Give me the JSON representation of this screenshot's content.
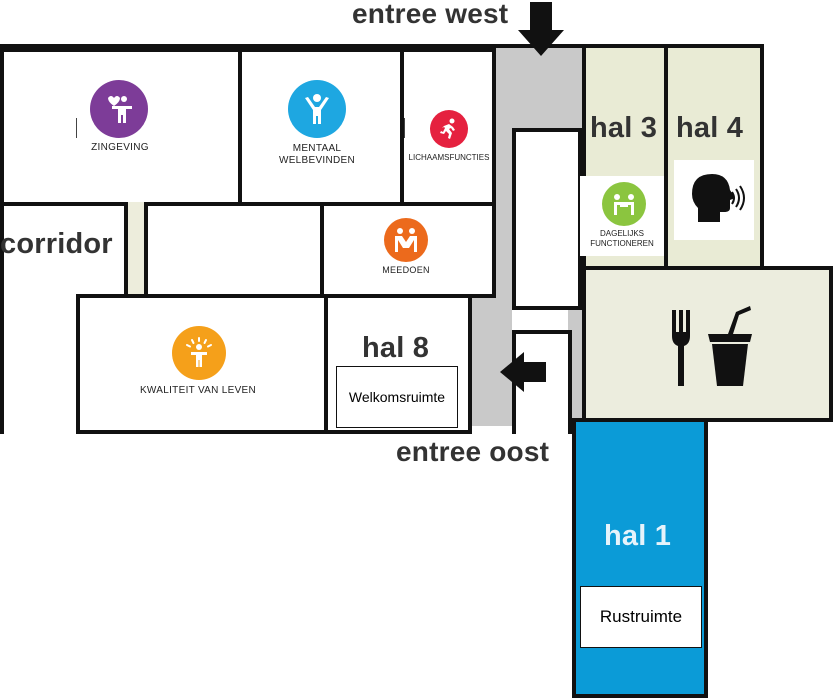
{
  "entrances": {
    "west": "entree west",
    "east": "entree oost"
  },
  "corridor": "corridor",
  "halls": {
    "hal1": "hal 1",
    "hal3": "hal 3",
    "hal4": "hal 4",
    "hal8": "hal 8"
  },
  "rooms": {
    "zingeving": "ZINGEVING",
    "mentaal_line1": "MENTAAL",
    "mentaal_line2": "WELBEVINDEN",
    "lichaamsfuncties": "LICHAAMSFUNCTIES",
    "meedoen": "MEEDOEN",
    "kwaliteit": "KWALITEIT VAN LEVEN",
    "dagelijks_line1": "DAGELIJKS",
    "dagelijks_line2": "FUNCTIONEREN"
  },
  "boxes": {
    "welkomsruimte": "Welkomsruimte",
    "rustruimte": "Rustruimte"
  },
  "icons": {
    "zingeving": "person-heart-icon",
    "mentaal": "person-arms-up-icon",
    "lichaamsfuncties": "running-person-icon",
    "meedoen": "people-together-icon",
    "kwaliteit": "person-sunburst-icon",
    "dagelijks": "person-at-table-icon",
    "speech": "speaking-head-icon",
    "food": "fork-and-cup-icon",
    "arrow_down": "arrow-down-icon",
    "arrow_left": "arrow-left-icon"
  },
  "colors": {
    "zingeving": "#7d3c98",
    "mentaal": "#1ea7e1",
    "lichaamsfuncties": "#e5213f",
    "meedoen": "#ec6a1c",
    "kwaliteit": "#f5a01a",
    "dagelijks": "#8bc53f",
    "hal1": "#0b9bd7",
    "food_area": "#ecedde",
    "hal3_4": "#e9ebd5",
    "walkway": "#c9c9c9"
  }
}
